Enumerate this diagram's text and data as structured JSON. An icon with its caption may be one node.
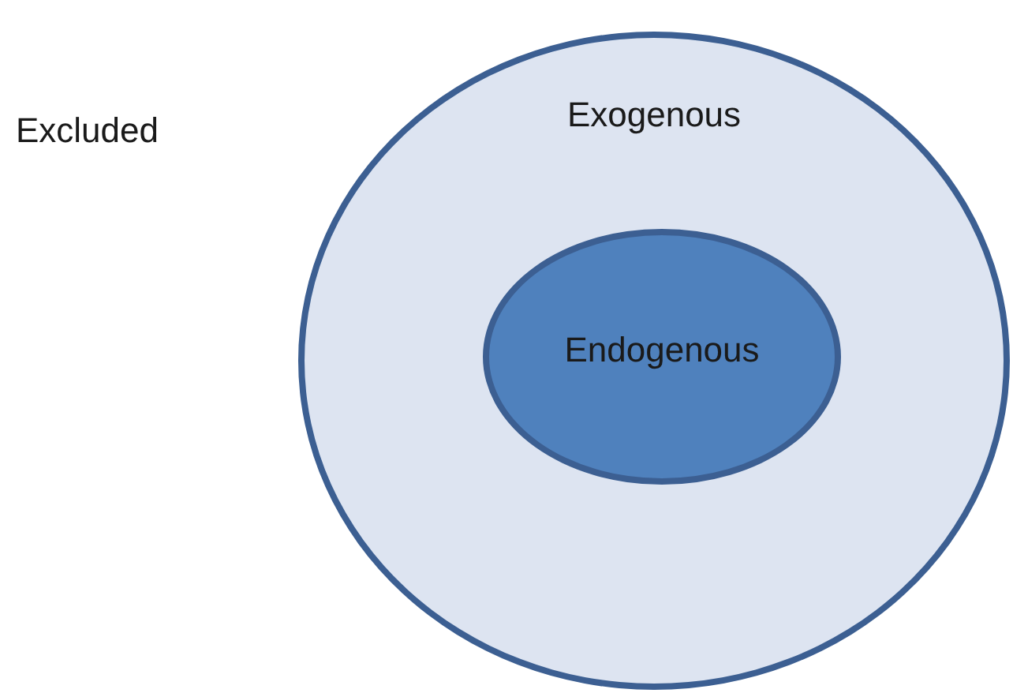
{
  "diagram": {
    "nodes": [
      {
        "text": [
          "Exogenous"
        ]
      },
      {
        "text": [
          "Endogenous"
        ],
        "in": 0
      }
    ],
    "labels": [
      "Excluded"
    ]
  }
}
